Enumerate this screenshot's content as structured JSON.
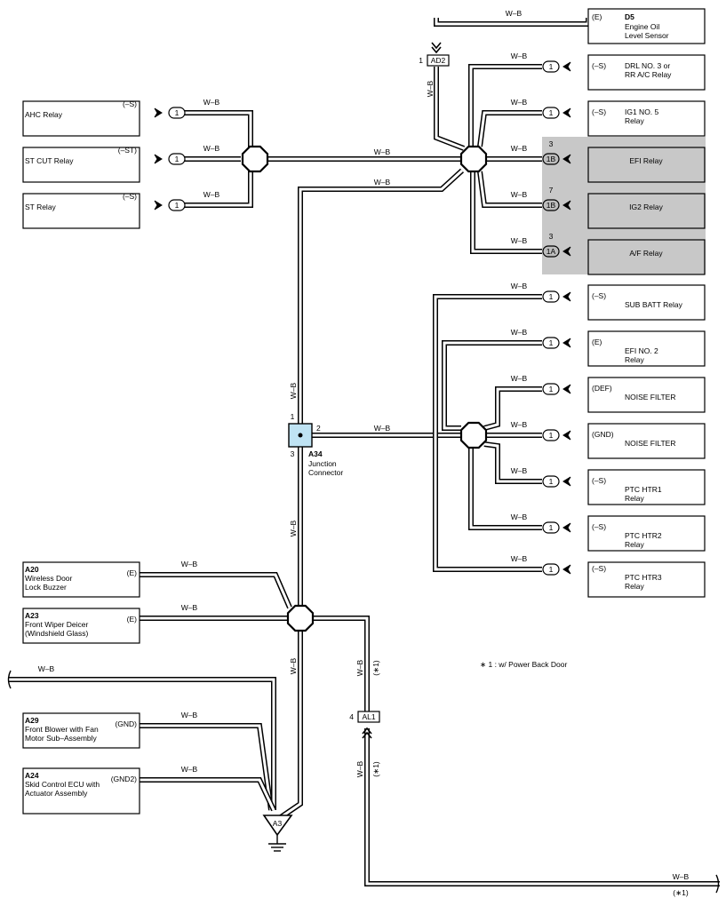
{
  "wire_color": "W–B",
  "footnote": "∗ 1 : w/ Power Back Door",
  "footnote_mark": "(∗1)",
  "colors": {
    "shade": "#c8c8c8",
    "junction_fill": "#bfe3f3"
  },
  "left_components": [
    {
      "code": "",
      "name": [
        "AHC Relay"
      ],
      "pin_label": "(–S)",
      "pin": "1"
    },
    {
      "code": "",
      "name": [
        "ST CUT Relay"
      ],
      "pin_label": "(–ST)",
      "pin": "1"
    },
    {
      "code": "",
      "name": [
        "ST Relay"
      ],
      "pin_label": "(–S)",
      "pin": "1"
    }
  ],
  "right_top_components": [
    {
      "code": "",
      "name": [
        "DRL NO. 3 or",
        "RR A/C Relay"
      ],
      "pin_label": "(–S)",
      "pin": "1",
      "num": ""
    },
    {
      "code": "",
      "name": [
        "IG1 NO. 5",
        "Relay"
      ],
      "pin_label": "(–S)",
      "pin": "1",
      "num": ""
    },
    {
      "code": "",
      "name": [
        "EFI Relay"
      ],
      "pin_label": "",
      "pin": "1B",
      "num": "3"
    },
    {
      "code": "",
      "name": [
        "IG2 Relay"
      ],
      "pin_label": "",
      "pin": "1B",
      "num": "7"
    },
    {
      "code": "",
      "name": [
        "A/F Relay"
      ],
      "pin_label": "",
      "pin": "1A",
      "num": "3"
    }
  ],
  "right_mid_components": [
    {
      "name": [
        "SUB BATT Relay"
      ],
      "pin_label": "(–S)",
      "pin": "1"
    },
    {
      "name": [
        "EFI NO. 2",
        "Relay"
      ],
      "pin_label": "(E)",
      "pin": "1"
    },
    {
      "name": [
        "NOISE FILTER"
      ],
      "pin_label": "(DEF)",
      "pin": "1"
    },
    {
      "name": [
        "NOISE FILTER"
      ],
      "pin_label": "(GND)",
      "pin": "1"
    },
    {
      "name": [
        "PTC HTR1",
        "Relay"
      ],
      "pin_label": "(–S)",
      "pin": "1"
    },
    {
      "name": [
        "PTC HTR2",
        "Relay"
      ],
      "pin_label": "(–S)",
      "pin": "1"
    },
    {
      "name": [
        "PTC HTR3",
        "Relay"
      ],
      "pin_label": "(–S)",
      "pin": "1"
    }
  ],
  "d5": {
    "code": "D5",
    "name": [
      "Engine Oil",
      "Level Sensor"
    ],
    "pin_label": "(E)"
  },
  "ad2": {
    "code": "AD2",
    "pin": "1"
  },
  "al1": {
    "code": "AL1",
    "pin": "4"
  },
  "a34": {
    "code": "A34",
    "name": [
      "Junction",
      "Connector"
    ],
    "pin_top": "1",
    "pin_right": "2",
    "pin_bottom": "3"
  },
  "a3": {
    "code": "A3"
  },
  "bottom_left_components": [
    {
      "code": "A20",
      "name": [
        "Wireless Door",
        "Lock Buzzer"
      ],
      "pin_label": "(E)"
    },
    {
      "code": "A23",
      "name": [
        "Front Wiper Deicer",
        "(Windshield Glass)"
      ],
      "pin_label": "(E)"
    },
    {
      "code": "A29",
      "name": [
        "Front Blower with Fan",
        "Motor Sub–Assembly"
      ],
      "pin_label": "(GND)"
    },
    {
      "code": "A24",
      "name": [
        "Skid Control ECU with",
        "Actuator Assembly"
      ],
      "pin_label": "(GND2)"
    }
  ]
}
